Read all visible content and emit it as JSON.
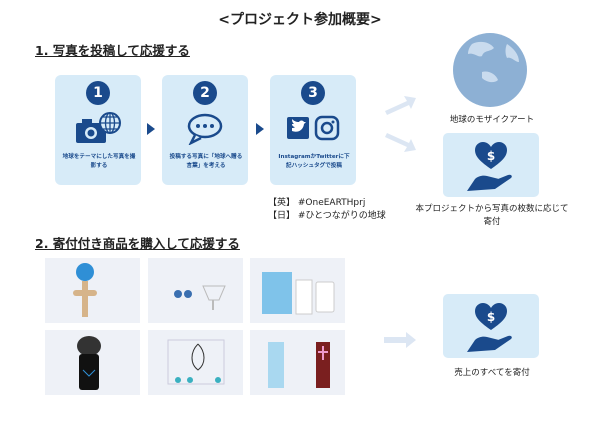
{
  "title": "<プロジェクト参加概要>",
  "section1": {
    "heading": "1. 写真を投稿して応援する",
    "steps": [
      {
        "num": "1",
        "text": "地球をテーマにした写真を撮影する",
        "icon": "camera-globe-icon"
      },
      {
        "num": "2",
        "text": "投稿する写真に「地球へ贈る言葉」を考える",
        "icon": "speech-bubble-icon"
      },
      {
        "num": "3",
        "text": "InstagramかTwitterに下記ハッシュタグで投稿",
        "icon": "twitter-instagram-icon"
      }
    ],
    "hashtags": [
      "【英】 #OneEARTHprj",
      "【日】 #ひとつながりの地球"
    ]
  },
  "outcomes": {
    "mosaic": "地球のモザイクアート",
    "donation1": "本プロジェクトから写真の枚数に応じて寄付",
    "donation2": "売上のすべてを寄付"
  },
  "section2": {
    "heading": "2. 寄付付き商品を購入して応援する"
  },
  "colors": {
    "navy": "#1a4a8c",
    "light": "#d7ebf8"
  }
}
